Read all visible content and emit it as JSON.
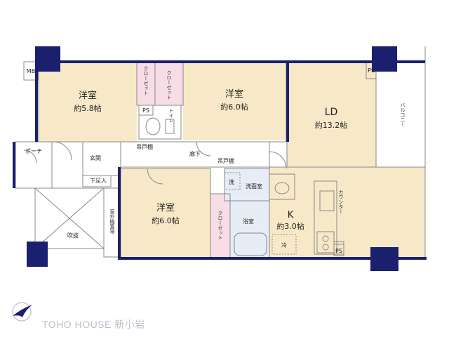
{
  "colors": {
    "wall": "#1a1f6e",
    "room_fill": "#f7e9c8",
    "closet_fill": "#f9dde6",
    "water_fill": "#e6edf7",
    "outdoor_fill": "#ffffff",
    "line": "#888888",
    "brand_text": "#b9bec8"
  },
  "rooms": {
    "western1_name": "洋室",
    "western1_size": "約5.8帖",
    "western2_name": "洋室",
    "western2_size": "約6.0帖",
    "western3_name": "洋室",
    "western3_size": "約6.0帖",
    "ld_name": "LD",
    "ld_size": "約13.2帖",
    "kitchen_name": "K",
    "kitchen_size": "約3.0帖"
  },
  "labels": {
    "mb": "MB",
    "ps_top": "PS",
    "ps_right": "PS",
    "ps_toilet": "PS",
    "closet_a": "クローゼット",
    "closet_b": "クローゼット",
    "closet_c": "クローゼット",
    "toilet": "トイレ",
    "hanging_shelf_1": "吊戸棚",
    "hanging_shelf_2": "吊戸棚",
    "corridor": "廊下",
    "entrance": "玄関",
    "porch": "ポーチ",
    "shoe_storage": "下足入",
    "atrium": "吹抜",
    "ac_space": "室外機置場",
    "wash": "洗",
    "washroom": "洗面室",
    "bathroom": "浴室",
    "fridge": "冷",
    "counter": "カウンター",
    "balcony": "バルコニー"
  },
  "icons": {
    "logo": "swallow-logo-icon"
  },
  "brand": {
    "text": "TOHO HOUSE 新小岩"
  }
}
